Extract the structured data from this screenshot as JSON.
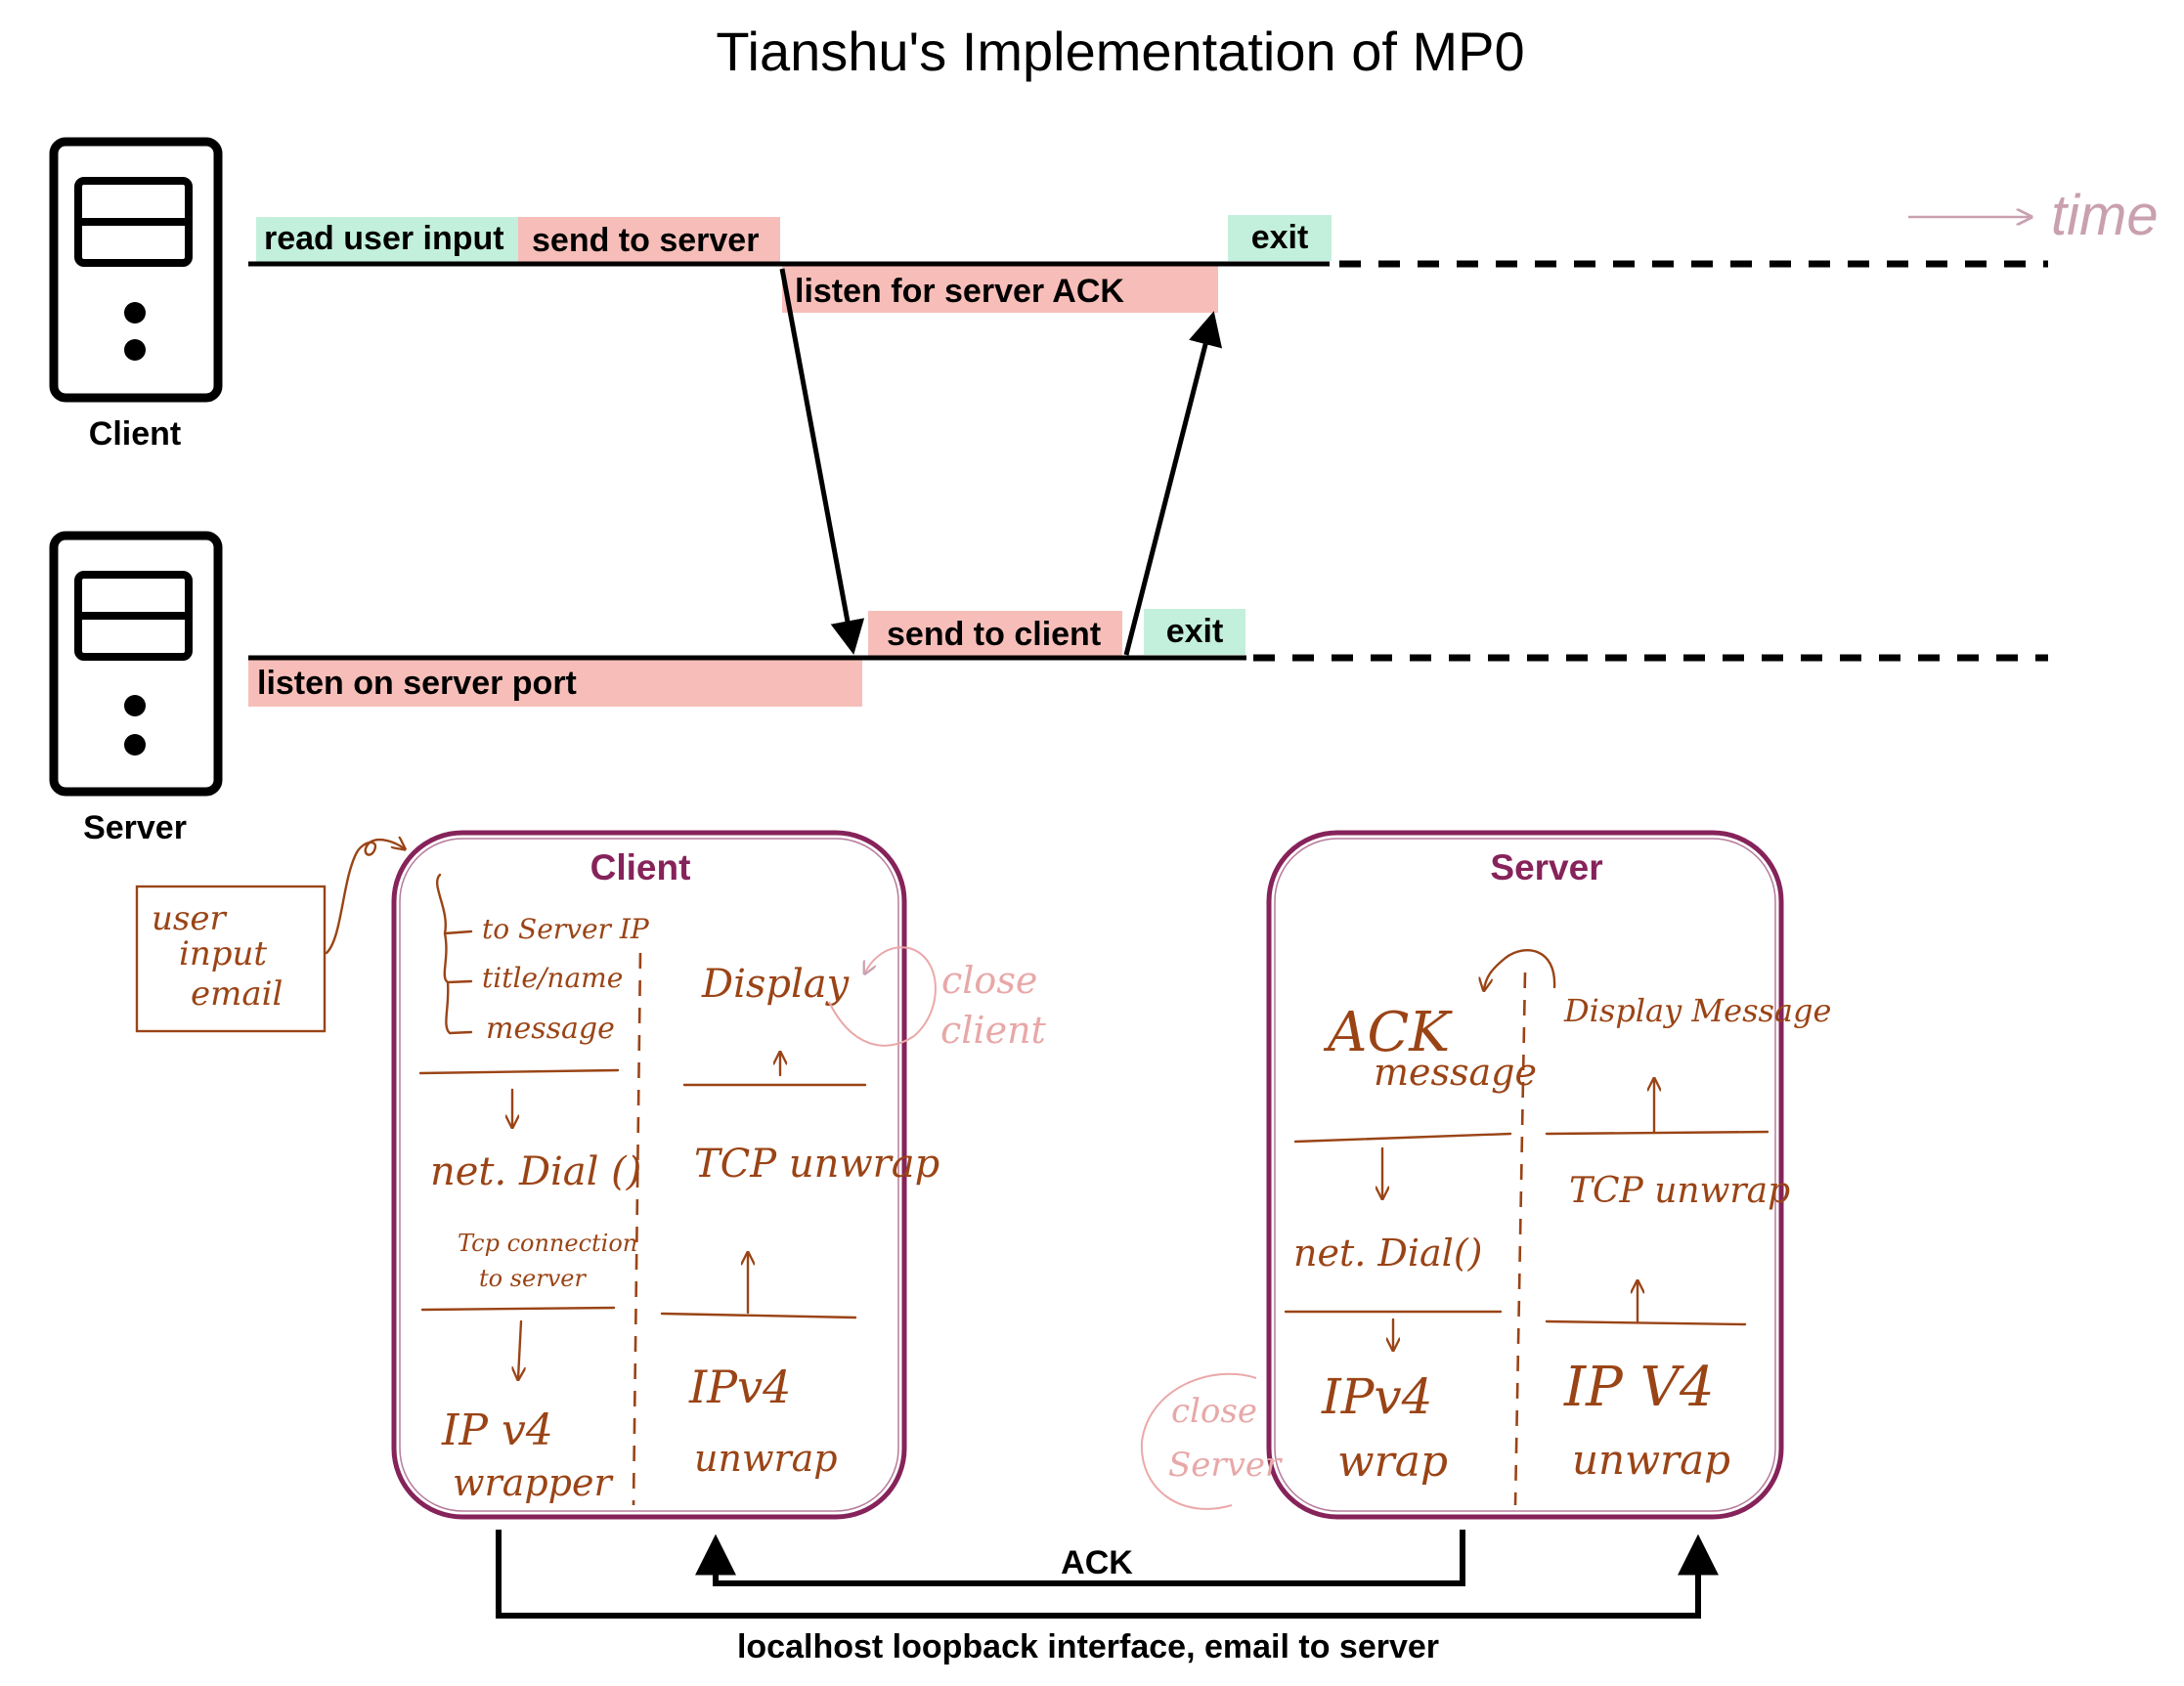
{
  "title": "Tianshu's Implementation of MP0",
  "colors": {
    "green_bar": "#c3f0dc",
    "pink_bar": "#f7beb9",
    "maroon": "#86235a",
    "hand_ink": "#9a4416",
    "pink_ink": "#e8a8a8"
  },
  "timeline": {
    "time_label": "time",
    "client_label": "Client",
    "server_label": "Server",
    "client_bars": {
      "read_user_input": "read user input",
      "send_to_server": "send to server",
      "listen_for_ack": "listen for server ACK",
      "exit": "exit"
    },
    "server_bars": {
      "listen_on_port": "listen on server port",
      "send_to_client": "send to client",
      "exit": "exit"
    }
  },
  "client_box": {
    "title": "Client",
    "user_input_note": [
      "user",
      "input",
      "email"
    ],
    "fields": [
      "to Server IP",
      "title/name",
      "message"
    ],
    "left_stack": {
      "dial": "net. Dial ()",
      "dial_note": [
        "Tcp connection",
        "to server"
      ],
      "wrap": [
        "IP v4",
        "wrapper"
      ]
    },
    "right_stack": {
      "display": "Display",
      "tcp": "TCP unwrap",
      "ip": [
        "IPv4",
        "unwrap"
      ]
    },
    "close_note": [
      "close",
      "client"
    ]
  },
  "server_box": {
    "title": "Server",
    "left_stack": {
      "ack": "ACK",
      "ack_msg": "message",
      "dial": "net. Dial()",
      "wrap": [
        "IPv4",
        "wrap"
      ]
    },
    "right_stack": {
      "display": "Display Message",
      "tcp": "TCP unwrap",
      "ip": [
        "IP V4",
        "unwrap"
      ]
    },
    "close_note": [
      "close",
      "Server"
    ]
  },
  "connections": {
    "ack_label": "ACK",
    "loopback_label": "localhost loopback interface, email to server"
  }
}
